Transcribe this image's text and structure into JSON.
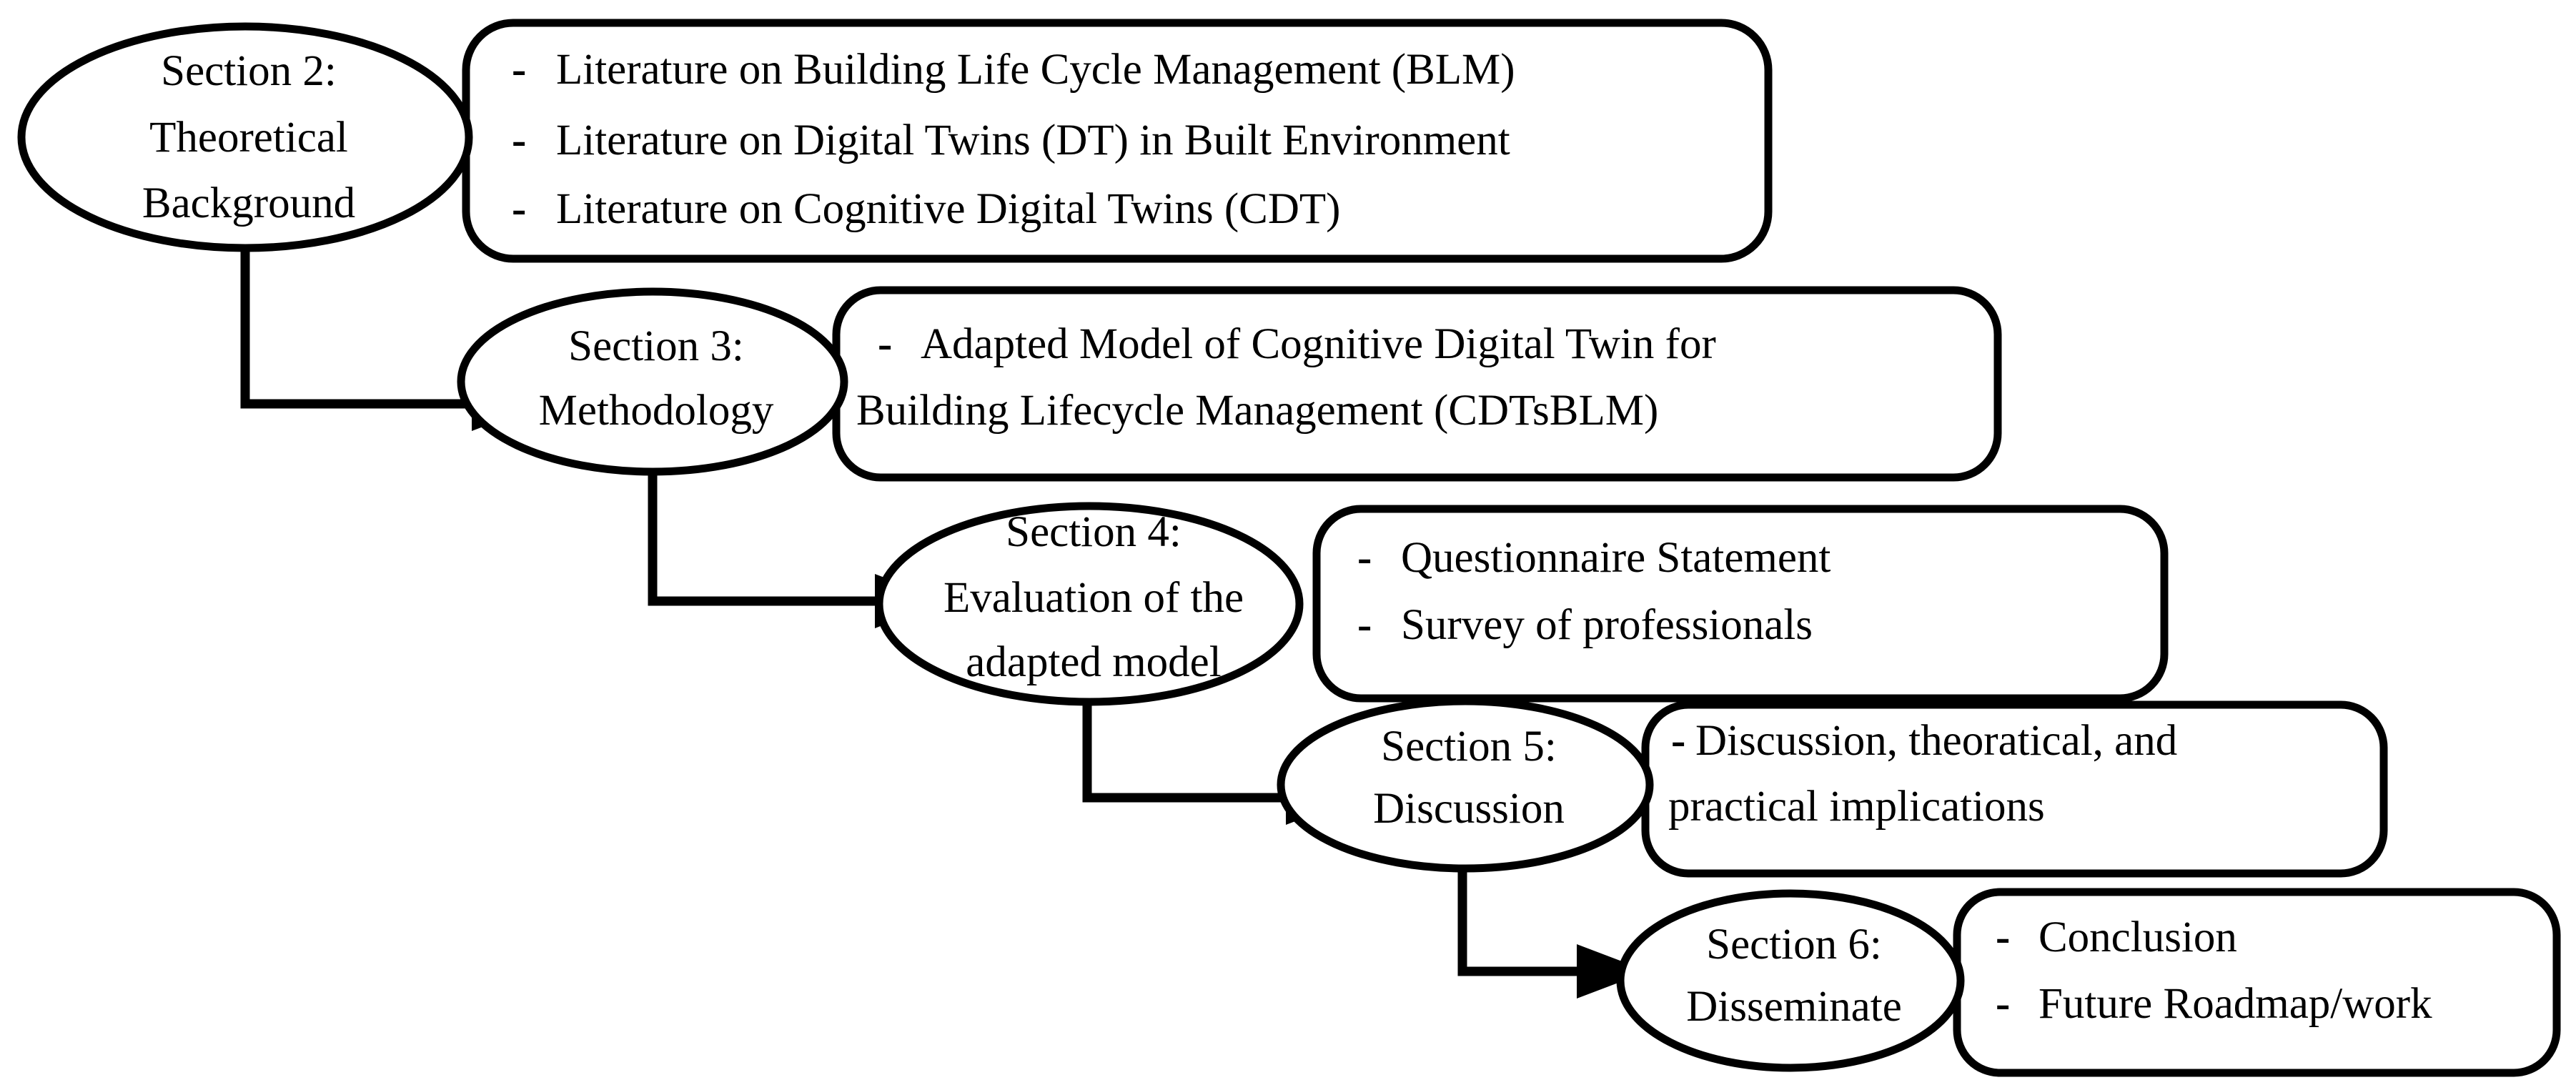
{
  "diagram": {
    "type": "flowchart",
    "title": "",
    "orientation": "cascading-top-left-to-bottom-right",
    "bullet_marker": "-",
    "colors": {
      "stroke": "#000000",
      "fill": "#ffffff",
      "text": "#000000"
    },
    "nodes": [
      {
        "id": "section2",
        "label_lines": [
          "Section 2:",
          "Theoretical",
          "Background"
        ],
        "items": [
          "Literature on Building Life Cycle Management (BLM)",
          "Literature on Digital Twins (DT) in Built Environment",
          "Literature on Cognitive Digital Twins  (CDT)"
        ]
      },
      {
        "id": "section3",
        "label_lines": [
          "Section 3:",
          "Methodology"
        ],
        "items": [
          "Adapted Model of Cognitive Digital Twin for",
          "Building Lifecycle Management (CDTsBLM)"
        ]
      },
      {
        "id": "section4",
        "label_lines": [
          "Section 4:",
          "Evaluation of the",
          "adapted model"
        ],
        "items": [
          "Questionnaire Statement",
          "Survey of professionals"
        ]
      },
      {
        "id": "section5",
        "label_lines": [
          "Section 5:",
          "Discussion"
        ],
        "items": [
          "Discussion, theoratical, and",
          "practical implications"
        ]
      },
      {
        "id": "section6",
        "label_lines": [
          "Section 6:",
          "Disseminate"
        ],
        "items": [
          "Conclusion",
          "Future Roadmap/work"
        ]
      }
    ],
    "edges": [
      {
        "from": "section2",
        "to": "section3"
      },
      {
        "from": "section3",
        "to": "section4"
      },
      {
        "from": "section4",
        "to": "section5"
      },
      {
        "from": "section5",
        "to": "section6"
      }
    ]
  }
}
